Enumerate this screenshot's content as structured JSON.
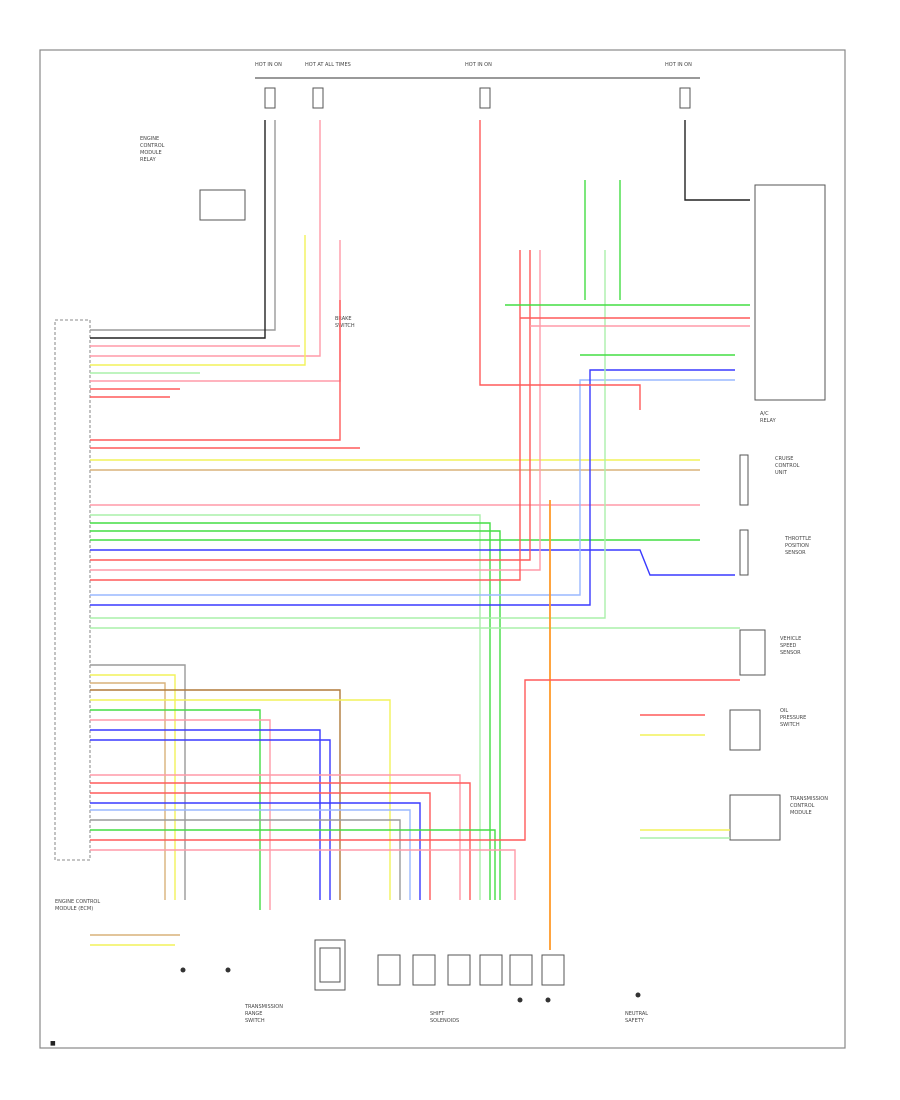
{
  "diagram": {
    "footer_code": "■",
    "fuse_labels": [
      "HOT IN ON",
      "HOT AT ALL TIMES",
      "HOT IN ON",
      "HOT IN ON"
    ],
    "ecm_block_labels": [
      "ENGINE CONTROL",
      "MODULE (ECM)"
    ],
    "component_labels": {
      "ecm_power_relay": [
        "ENGINE",
        "CONTROL",
        "MODULE",
        "RELAY"
      ],
      "brake_switch": [
        "BRAKE",
        "SWITCH"
      ],
      "ac_relay": [
        "A/C",
        "RELAY"
      ],
      "cruise_control": [
        "CRUISE",
        "CONTROL",
        "UNIT"
      ],
      "throttle_sensor": [
        "THROTTLE",
        "POSITION",
        "SENSOR"
      ],
      "speed_sensor": [
        "VEHICLE",
        "SPEED",
        "SENSOR"
      ],
      "oil_pressure": [
        "OIL",
        "PRESSURE",
        "SWITCH"
      ],
      "transmission_range": [
        "TRANSMISSION",
        "RANGE",
        "SWITCH"
      ],
      "shift_solenoids": [
        "SHIFT",
        "SOLENOIDS"
      ],
      "neutral_safety": [
        "NEUTRAL",
        "SAFETY"
      ],
      "tcm": [
        "TRANSMISSION",
        "CONTROL",
        "MODULE"
      ]
    }
  },
  "chart_data": {
    "type": "wiring-diagram",
    "wire_colors": {
      "red": "#ff5a5a",
      "pink": "#ff9aa8",
      "green": "#44dd44",
      "light_green": "#aaf0aa",
      "yellow": "#f2f25a",
      "blue": "#3a3aff",
      "light_blue": "#9ab8ff",
      "orange": "#ff9a2a",
      "brown": "#b07a3a",
      "tan": "#d9b27a",
      "gray": "#9a9a9a",
      "black": "#222222"
    }
  }
}
